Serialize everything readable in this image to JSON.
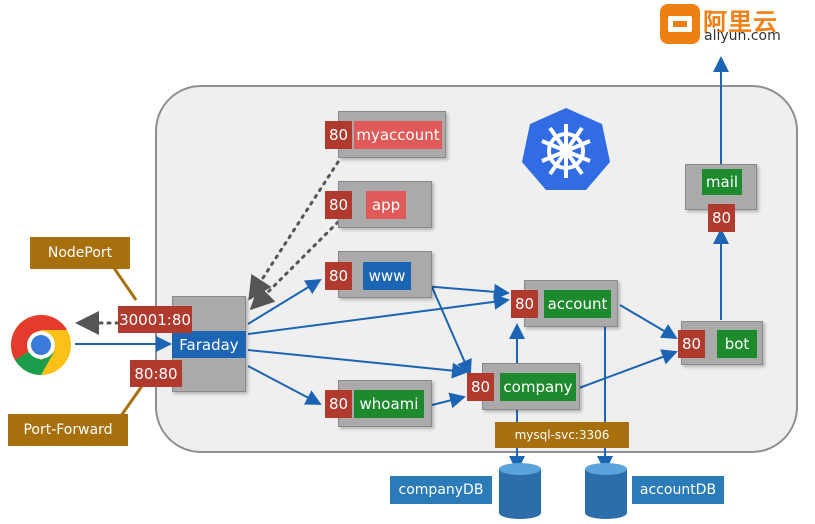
{
  "logo": {
    "cn": "阿里云",
    "en": "aliyun.com"
  },
  "callouts": {
    "nodeport": "NodePort",
    "portforward": "Port-Forward"
  },
  "faraday": {
    "name": "Faraday",
    "nodeport_mapping": "30001:80",
    "forward_mapping": "80:80"
  },
  "services": {
    "myaccount": {
      "name": "myaccount",
      "port": "80"
    },
    "app": {
      "name": "app",
      "port": "80"
    },
    "www": {
      "name": "www",
      "port": "80"
    },
    "whoami": {
      "name": "whoami",
      "port": "80"
    },
    "account": {
      "name": "account",
      "port": "80"
    },
    "company": {
      "name": "company",
      "port": "80"
    },
    "bot": {
      "name": "bot",
      "port": "80"
    },
    "mail": {
      "name": "mail",
      "port": "80"
    }
  },
  "mysql_svc": "mysql-svc:3306",
  "databases": {
    "company": "companyDB",
    "account": "accountDB"
  },
  "colors": {
    "arrow": "#1c64b4",
    "dotted": "#555555",
    "kubernetes": "#326ce5",
    "aliyun": "#f07f12"
  }
}
